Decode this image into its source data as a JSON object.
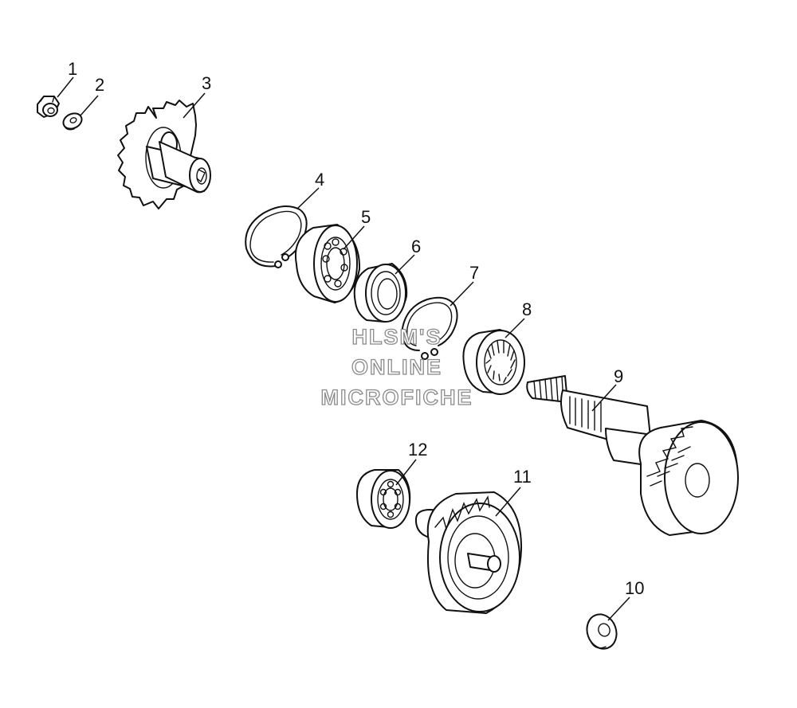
{
  "diagram": {
    "watermark": {
      "lines": [
        "HLSM'S",
        "ONLINE",
        "MICROFICHE"
      ]
    },
    "callouts": [
      {
        "id": "1",
        "label": "1"
      },
      {
        "id": "2",
        "label": "2"
      },
      {
        "id": "3",
        "label": "3"
      },
      {
        "id": "4",
        "label": "4"
      },
      {
        "id": "5",
        "label": "5"
      },
      {
        "id": "6",
        "label": "6"
      },
      {
        "id": "7",
        "label": "7"
      },
      {
        "id": "8",
        "label": "8"
      },
      {
        "id": "9",
        "label": "9"
      },
      {
        "id": "10",
        "label": "10"
      },
      {
        "id": "11",
        "label": "11"
      },
      {
        "id": "12",
        "label": "12"
      }
    ],
    "colors": {
      "ink": "#111111",
      "watermark_outline": "#8a8a8a",
      "background": "#ffffff"
    }
  }
}
